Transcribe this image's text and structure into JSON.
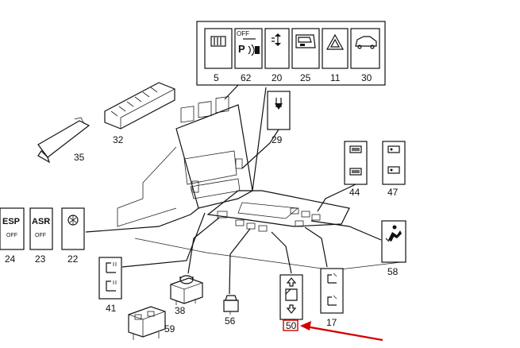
{
  "labels": {
    "n5": "5",
    "n62": "62",
    "n20": "20",
    "n25": "25",
    "n11": "11",
    "n30": "30",
    "n29": "29",
    "n32": "32",
    "n35": "35",
    "n44": "44",
    "n47": "47",
    "n24": "24",
    "n23": "23",
    "n22": "22",
    "n58": "58",
    "n41": "41",
    "n38": "38",
    "n56": "56",
    "n59": "59",
    "n17": "17",
    "n50": "50"
  },
  "switch_text": {
    "esp": "ESP",
    "esp_off": "OFF",
    "asr": "ASR",
    "asr_off": "OFF",
    "s62_off": "OFF",
    "s62_p": "P"
  },
  "icons": {
    "s5": "rear-window-defrost-icon",
    "s62": "parktronic-off-icon",
    "s20": "headlamp-range-icon",
    "s25": "door-lock-icon",
    "s11": "hazard-warning-icon",
    "s30": "trunk-release-icon",
    "s29": "rear-sunblind-icon",
    "s44": "seat-memory-icon",
    "s47": "seat-adjust-icon",
    "s22": "heated-seat-icon",
    "s58": "passenger-airbag-icon",
    "s41": "seat-heating-icon",
    "s17": "seat-backrest-icon",
    "s50": "window-up-down-icon"
  },
  "colors": {
    "highlight": "#d40000",
    "line": "#111111"
  }
}
